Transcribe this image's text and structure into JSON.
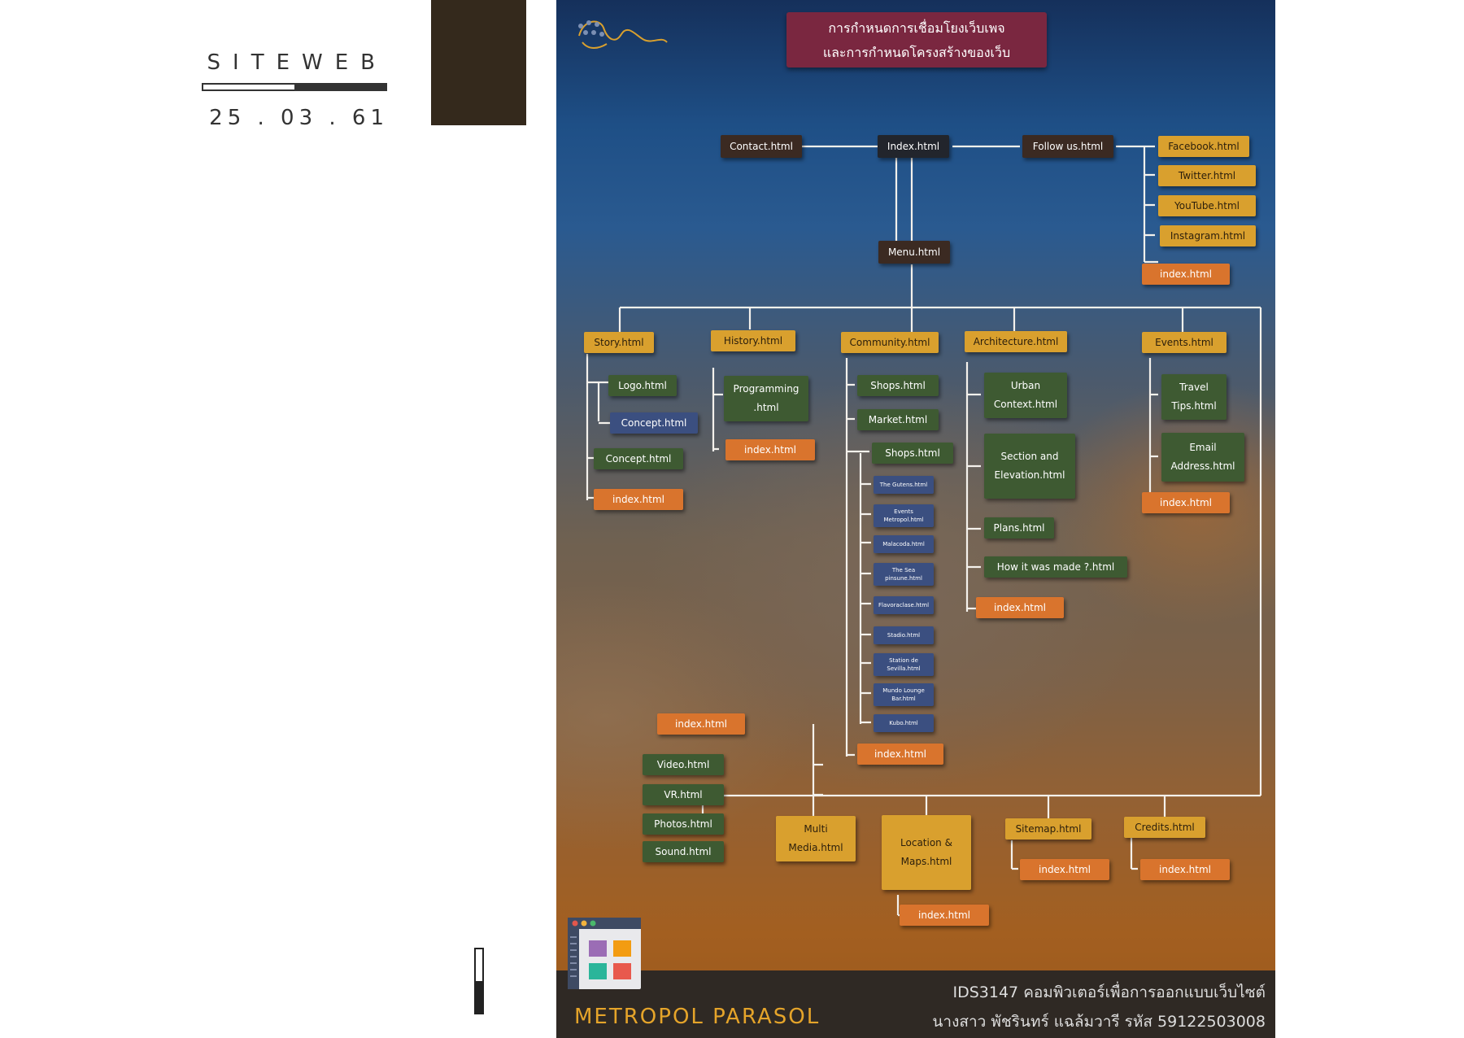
{
  "header": {
    "brand": "SITEWEB",
    "date": "25 . 03 . 61",
    "progress": 0.5
  },
  "scroll": {
    "position": 0.5
  },
  "poster": {
    "title_line1": "การกำหนดการเชื่อมโยงเว็บเพจ",
    "title_line2": "และการกำหนดโครงสร้างของเว็บ",
    "footer_name": "METROPOL PARASOL",
    "footer_line1": "IDS3147 คอมพิวเตอร์เพื่อการออกแบบเว็บไซต์",
    "footer_line2": "นางสาว พัชรินทร์ แฉล้มวารี รหัส 59122503008"
  },
  "sitemap": {
    "top": {
      "index": "Index.html",
      "contact": "Contact.html",
      "follow": "Follow us.html",
      "menu": "Menu.html"
    },
    "follow_children": [
      "Facebook.html",
      "Twitter.html",
      "YouTube.html",
      "Instagram.html"
    ],
    "follow_index": "index.html",
    "story": {
      "label": "Story.html",
      "children": [
        "Logo.html",
        "Concept.html",
        "Concept.html"
      ],
      "index": "index.html"
    },
    "history": {
      "label": "History.html",
      "programming": "Programming .html",
      "index": "index.html"
    },
    "community": {
      "label": "Community.html",
      "children": [
        "Shops.html",
        "Market.html",
        "Shops.html"
      ],
      "shops": [
        "The Gutens.html",
        "Events Metropol.html",
        "Malacoda.html",
        "The Sea pinsune.html",
        "Flavoraclase.html",
        "Stadio.html",
        "Station de Sevilla.html",
        "Mundo Lounge Bar.html",
        "Kubo.html"
      ],
      "index": "index.html"
    },
    "architecture": {
      "label": "Architecture.html",
      "children": [
        "Urban Context.html",
        "Section and Elevation.html",
        "Plans.html",
        "How it was made ?.html"
      ],
      "index": "index.html"
    },
    "events": {
      "label": "Events.html",
      "children": [
        "Travel Tips.html",
        "Email Address.html"
      ],
      "index": "index.html"
    },
    "multimedia": {
      "label": "Multi Media.html",
      "index": "index.html",
      "children": [
        "Video.html",
        "VR.html",
        "Photos.html",
        "Sound.html"
      ]
    },
    "location": {
      "label": "Location & Maps.html",
      "index": "index.html"
    },
    "sitemap_page": {
      "label": "Sitemap.html",
      "index": "index.html"
    },
    "credits": {
      "label": "Credits.html",
      "index": "index.html"
    }
  },
  "colors": {
    "dark_node": "#3b2a22",
    "gold_node": "#d9a02e",
    "orange_node": "#d9742d",
    "green_node": "#3e5a32",
    "blue_node": "#3b4f80",
    "title_box": "#7a2740",
    "footer": "#2f2924",
    "footer_name": "#e5a42a"
  }
}
